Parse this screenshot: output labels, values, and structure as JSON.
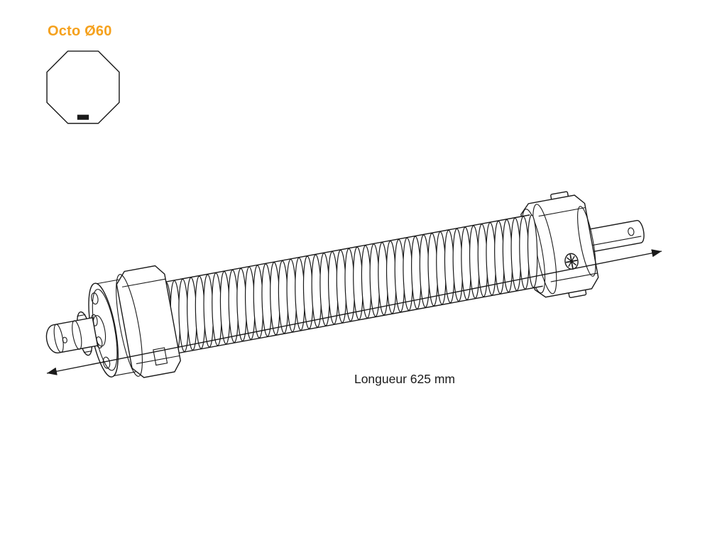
{
  "header": {
    "title": "Octo Ø60"
  },
  "profile_icon": {
    "name": "octagonal-tube-profile"
  },
  "dimension": {
    "label": "Longueur 625 mm"
  },
  "drawing": {
    "description": "tubular-motor-spring-assembly",
    "parts": [
      "drive-shaft",
      "crown-adapter",
      "octagonal-drive-wheel",
      "spring",
      "octagonal-end-cap",
      "square-output-bar"
    ]
  },
  "colors": {
    "accent_orange": "#F5A11D",
    "line": "#1a1a1a",
    "background": "#ffffff"
  }
}
